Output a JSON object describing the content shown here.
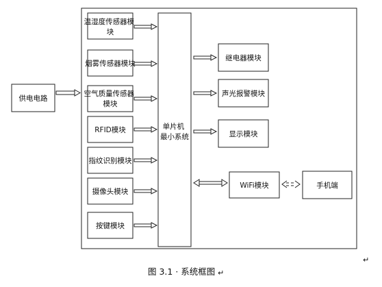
{
  "diagram": {
    "power_supply": "供电电路",
    "mcu": [
      "单片机",
      "最小系统"
    ],
    "inputs": [
      [
        "温湿度传感器模",
        "块"
      ],
      [
        "烟雾传感器模块"
      ],
      [
        "空气质量传感器",
        "模块"
      ],
      [
        "RFID模块"
      ],
      [
        "指纹识别模块"
      ],
      [
        "摄像头模块"
      ],
      [
        "按键模块"
      ]
    ],
    "outputs": [
      "继电器模块",
      "声光报警模块",
      "显示模块"
    ],
    "wifi": "WiFi模块",
    "phone": "手机端",
    "caption": "图 3.1 · 系统框图",
    "caption_mark": "↵",
    "corner_mark": "↵"
  }
}
